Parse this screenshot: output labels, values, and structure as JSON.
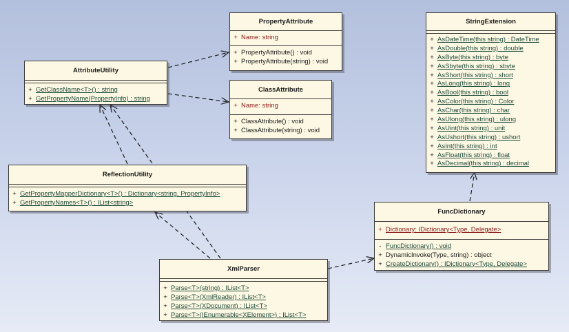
{
  "classes": {
    "property_attribute": {
      "name": "PropertyAttribute",
      "attributes": [
        {
          "vis": "+",
          "text": "Name:  string"
        }
      ],
      "operations": [
        {
          "vis": "+",
          "text": "PropertyAttribute() : void"
        },
        {
          "vis": "+",
          "text": "PropertyAttribute(string) : void"
        }
      ]
    },
    "class_attribute": {
      "name": "ClassAttribute",
      "attributes": [
        {
          "vis": "+",
          "text": "Name:  string"
        }
      ],
      "operations": [
        {
          "vis": "+",
          "text": "ClassAttribute() : void"
        },
        {
          "vis": "+",
          "text": "ClassAttribute(string) : void"
        }
      ]
    },
    "attribute_utility": {
      "name": "AttributeUtility",
      "operations": [
        {
          "vis": "+",
          "text": "GetClassName<T>() : string"
        },
        {
          "vis": "+",
          "text": "GetPropertyName(PropertyInfo) : string"
        }
      ]
    },
    "reflection_utility": {
      "name": "ReflectionUtility",
      "operations": [
        {
          "vis": "+",
          "text": "GetPropertyMapperDictionary<T>() : Dictionary<string, PropertyInfo>"
        },
        {
          "vis": "+",
          "text": "GetPropertyNames<T>() : IList<string>"
        }
      ]
    },
    "xml_parser": {
      "name": "XmlParser",
      "operations": [
        {
          "vis": "+",
          "text": "Parse<T>(string) : IList<T>"
        },
        {
          "vis": "+",
          "text": "Parse<T>(XmlReader) : IList<T>"
        },
        {
          "vis": "+",
          "text": "Parse<T>(XDocument) : IList<T>"
        },
        {
          "vis": "+",
          "text": "Parse<T>(IEnumerable<XElement>) : IList<T>"
        }
      ]
    },
    "string_extension": {
      "name": "StringExtension",
      "operations": [
        {
          "vis": "+",
          "text": "AsDateTime(this string) : DateTime"
        },
        {
          "vis": "+",
          "text": "AsDouble(this string) : double"
        },
        {
          "vis": "+",
          "text": "AsByte(this string) : byte"
        },
        {
          "vis": "+",
          "text": "AsSbyte(this string) : sbyte"
        },
        {
          "vis": "+",
          "text": "AsShort(this string) : short"
        },
        {
          "vis": "+",
          "text": "AsLong(this string) : long"
        },
        {
          "vis": "+",
          "text": "AsBool(this string) : bool"
        },
        {
          "vis": "+",
          "text": "AsColor(this string) : Color"
        },
        {
          "vis": "+",
          "text": "AsChar(this string) : char"
        },
        {
          "vis": "+",
          "text": "AsUlong(this string) : ulong"
        },
        {
          "vis": "+",
          "text": "AsUint(this string) : unit"
        },
        {
          "vis": "+",
          "text": "AsUshort(this string) : ushort"
        },
        {
          "vis": "+",
          "text": "AsInt(this string) : int"
        },
        {
          "vis": "+",
          "text": "AsFloat(this string) : float"
        },
        {
          "vis": "+",
          "text": "AsDecimal(this string) : decimal"
        }
      ]
    },
    "func_dictionary": {
      "name": "FuncDictionary",
      "attributes": [
        {
          "vis": "+",
          "text": "Dictionary:  IDictionary<Type, Delegate>"
        }
      ],
      "operations": [
        {
          "vis": "-",
          "text": "FuncDictionary() : void"
        },
        {
          "vis": "+",
          "text": "DynamicInvoke(Type, string) : object"
        },
        {
          "vis": "+",
          "text": "CreateDictionary() : IDictionary<Type, Delegate>"
        }
      ]
    }
  },
  "colors": {
    "class_fill": "#fdf8e3",
    "border": "#3a3a3a",
    "attribute_text": "#8b1a1a",
    "static_operation_text": "#1d4a3a",
    "connector": "#1a1a1a"
  }
}
